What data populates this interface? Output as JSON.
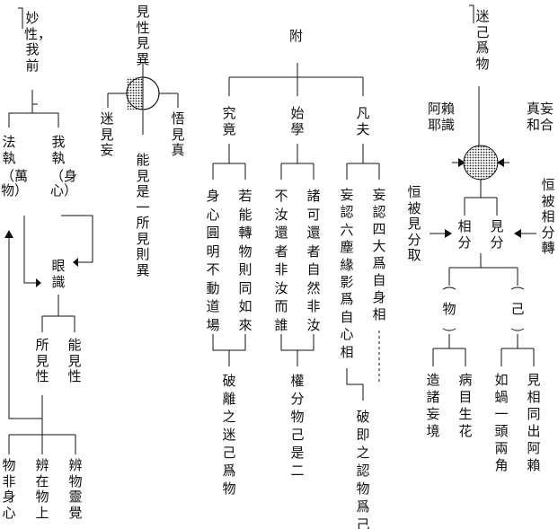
{
  "left": {
    "top_label": "妙性，我前",
    "fa_zhi": "法執",
    "wan_wu": "（萬物）",
    "wo_zhi": "我執",
    "shen_xin": "（身心）",
    "yan_shi": "眼識",
    "suo_jian_xing": "所見性",
    "neng_jian_xing": "能見性",
    "wu_fei_shen_xin": "物非身心",
    "bian_zai_wu_shang": "辨在物上",
    "bian_wu_ling_jue": "辨物靈覺"
  },
  "middle_left": {
    "title": "見性見異",
    "mi_jian_wang": "迷見妄",
    "wu_jian_zhen": "悟見真",
    "neng_jian_shi": "能見是一所見則異"
  },
  "center": {
    "title": "附",
    "jiu_jing": "究竟",
    "shi_xue": "始學",
    "fan_fu": "凡夫",
    "col1": "身心圓明不動道場",
    "col2": "若能轉物則同如來",
    "col3": "不汝還者非汝而誰",
    "col4": "諸可還者自然非汝",
    "col5": "妄認六塵緣影爲自心相",
    "col6": "妄認四大爲自身相",
    "po_li": "破離之迷己爲物",
    "quan_fen": "權分物己是二",
    "po_ji": "破即之認物爲己"
  },
  "right": {
    "top_label": "迷己爲物",
    "a_lai_ye_shi": "阿賴耶識",
    "zhen_wang_he_he": "真妄和合",
    "heng_bei_jian_fen_qu": "恒被見分取",
    "heng_bei_xiang_fen_zhuan": "恒被相分轉",
    "xiang_fen": "相分",
    "jian_fen": "見分",
    "wu": "物",
    "ji": "己",
    "zao_zhu_wang_jing": "造諸妄境",
    "bing_mu_sheng_hua": "病目生花",
    "ru_wo_yi_tou_liang_jiao": "如蝸一頭兩角",
    "jian_xiang_tong_chu_a_lai": "見相同出阿賴"
  }
}
